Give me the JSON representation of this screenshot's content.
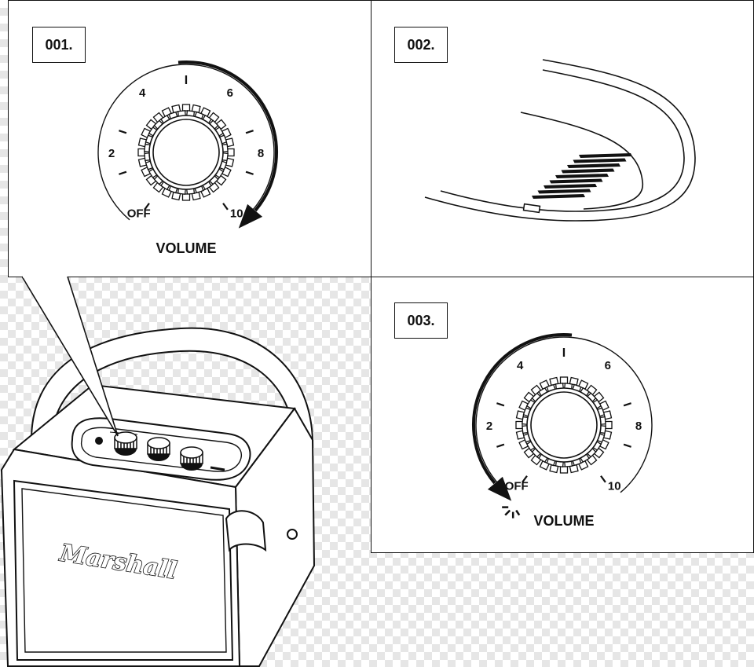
{
  "steps": [
    {
      "label": "001."
    },
    {
      "label": "002."
    },
    {
      "label": "003."
    }
  ],
  "dial": {
    "title": "VOLUME",
    "off_label": "OFF",
    "tick_labels": [
      "2",
      "4",
      "6",
      "8",
      "10"
    ],
    "center_tick": "I"
  },
  "speaker": {
    "brand": "Marshall",
    "icon": "speaker-icon"
  },
  "battery": {
    "icon": "battery-level-icon"
  },
  "colors": {
    "line": "#111111",
    "panel": "#ffffff",
    "checker": "#e6e6e6"
  }
}
